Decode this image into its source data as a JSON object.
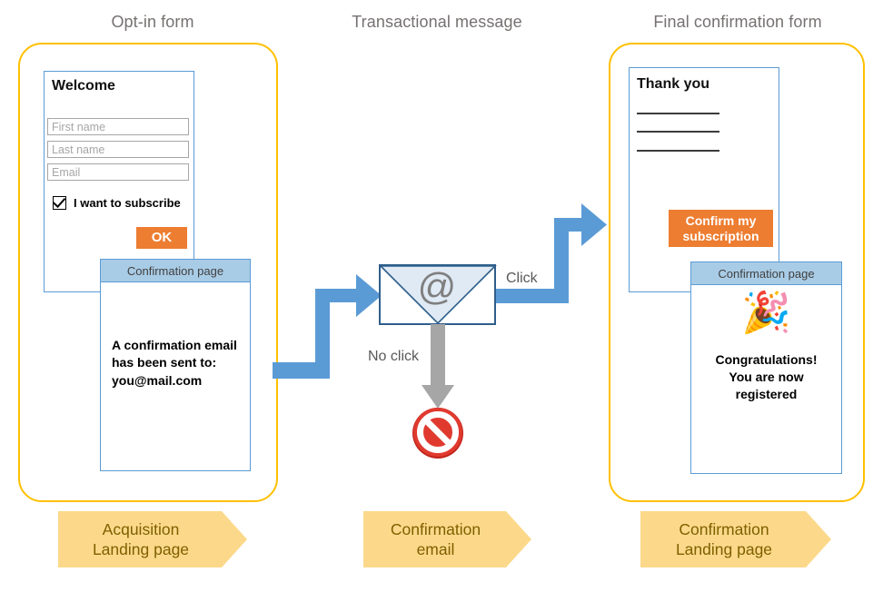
{
  "sections": [
    {
      "title": "Opt-in form"
    },
    {
      "title": "Transactional message"
    },
    {
      "title": "Final confirmation form"
    }
  ],
  "optin": {
    "card_title": "Welcome",
    "fields": [
      {
        "placeholder": "First name",
        "value": ""
      },
      {
        "placeholder": "Last name",
        "value": ""
      },
      {
        "placeholder": "Email",
        "value": ""
      }
    ],
    "checkbox": {
      "label": "I want to subscribe",
      "checked": true
    },
    "submit_label": "OK",
    "confirmation": {
      "header": "Confirmation page",
      "body": "A confirmation email\nhas been sent to:\nyou@mail.com"
    }
  },
  "email": {
    "icon": "envelope-at-icon",
    "at_symbol": "@",
    "click_label": "Click",
    "no_click_label": "No click",
    "blocked_icon": "prohibited-icon"
  },
  "final": {
    "card_title": "Thank you",
    "rules_count": 3,
    "confirm_button": "Confirm my\nsubscription",
    "confirmation": {
      "header": "Confirmation page",
      "emoji": "🎉",
      "body": "Congratulations!\nYou are now\nregistered"
    }
  },
  "banners": [
    {
      "text": "Acquisition\nLanding page"
    },
    {
      "text": "Confirmation\nemail"
    },
    {
      "text": "Confirmation\nLanding page"
    }
  ],
  "colors": {
    "stage_border": "#ffc000",
    "card_border": "#5b9bd5",
    "accent_orange": "#ed7d31",
    "panel_header": "#a9cce6",
    "arrow_blue": "#5b9bd5",
    "arrow_gray": "#a6a6a6",
    "banner_fill": "#fcd98a",
    "banner_text": "#7f6000",
    "title_text": "#767171",
    "blocked_red": "#d92b20"
  }
}
